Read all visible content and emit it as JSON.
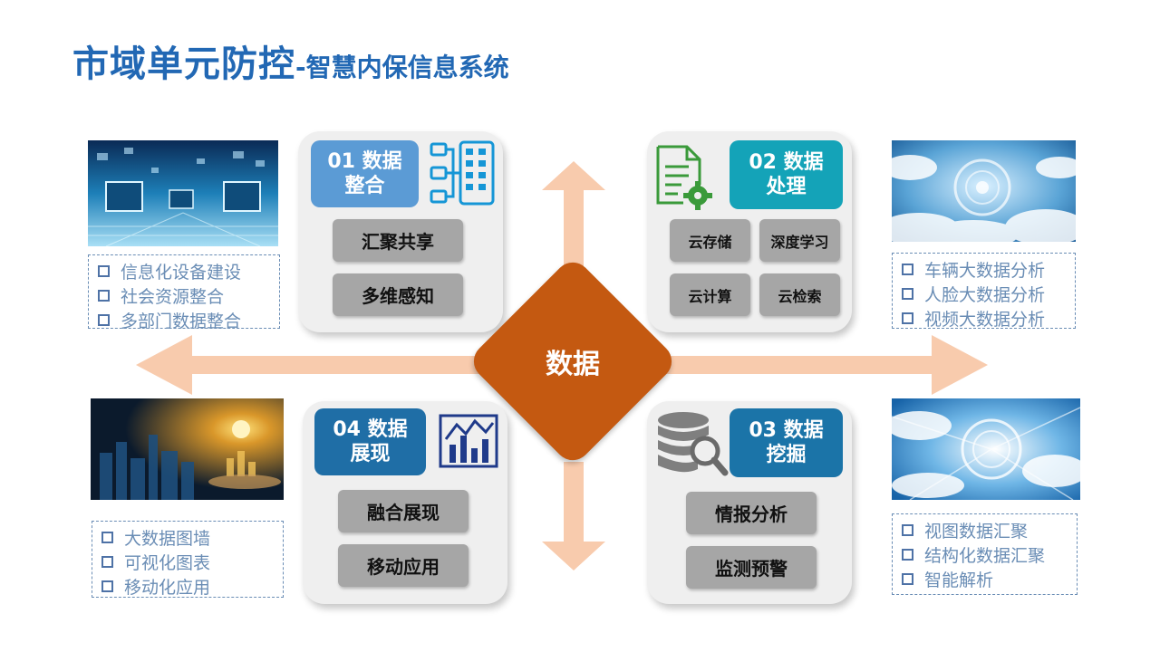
{
  "title": {
    "main": "市域单元防控",
    "sep": "-",
    "sub": "智慧内保信息系统"
  },
  "center": {
    "label": "数据"
  },
  "colors": {
    "title": "#2268b4",
    "diamond": "#c45911",
    "arrow": "#f8cbad",
    "tag_blue_light": "#5b9bd5",
    "tag_teal": "#14a3b8",
    "tag_blue_dark": "#1f6ea6",
    "tag_blue_mid": "#1b74a8",
    "button": "#a6a6a6",
    "list_text": "#6a8db5"
  },
  "panels": {
    "integration": {
      "tag_line1": "01 数据",
      "tag_line2": "整合",
      "icon": "flowchart-grid-icon",
      "buttons": [
        "汇聚共享",
        "多维感知"
      ]
    },
    "processing": {
      "tag_line1": "02 数据",
      "tag_line2": "处理",
      "icon": "document-gear-icon",
      "buttons": [
        "云存储",
        "深度学习",
        "云计算",
        "云检索"
      ]
    },
    "mining": {
      "tag_line1": "03 数据",
      "tag_line2": "挖掘",
      "icon": "database-search-icon",
      "buttons": [
        "情报分析",
        "监测预警"
      ]
    },
    "display": {
      "tag_line1": "04 数据",
      "tag_line2": "展现",
      "icon": "bar-chart-icon",
      "buttons": [
        "融合展现",
        "移动应用"
      ]
    }
  },
  "lists": {
    "top_left": [
      "信息化设备建设",
      "社会资源整合",
      "多部门数据整合"
    ],
    "top_right": [
      "车辆大数据分析",
      "人脸大数据分析",
      "视频大数据分析"
    ],
    "bottom_left": [
      "大数据图墙",
      "可视化图表",
      "移动化应用"
    ],
    "bottom_right": [
      "视图数据汇聚",
      "结构化数据汇聚",
      "智能解析"
    ]
  }
}
